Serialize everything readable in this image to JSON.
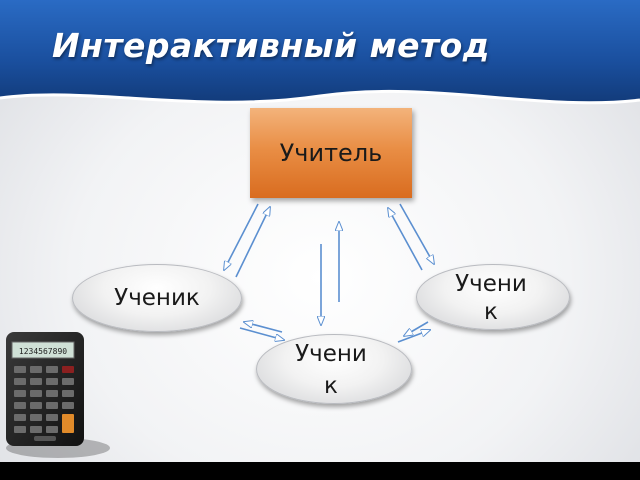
{
  "title": "Интерактивный метод",
  "diagram": {
    "teacher": "Учитель",
    "student_left": "Ученик",
    "student_right": "Учени\nк",
    "student_bottom": "Учени\nк"
  },
  "colors": {
    "header_blue": "#1f56a8",
    "teacher_orange": "#e98e45",
    "arrow_blue": "#5b8fd0"
  },
  "icons": [
    "calculator-icon"
  ],
  "calculator_display": "1234567890"
}
